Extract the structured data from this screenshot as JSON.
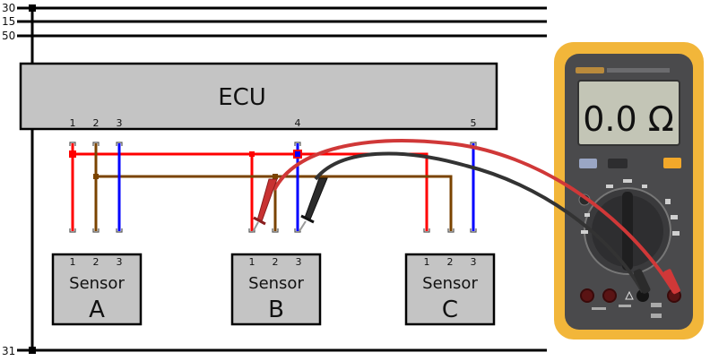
{
  "rails": [
    {
      "id": "30",
      "label": "30"
    },
    {
      "id": "15",
      "label": "15"
    },
    {
      "id": "50",
      "label": "50"
    },
    {
      "id": "31",
      "label": "31"
    }
  ],
  "ecu": {
    "title": "ECU",
    "pins": [
      "1",
      "2",
      "3",
      "4",
      "5"
    ]
  },
  "sensors": [
    {
      "id": "A",
      "word": "Sensor",
      "letter": "A",
      "pins": [
        "1",
        "2",
        "3"
      ]
    },
    {
      "id": "B",
      "word": "Sensor",
      "letter": "B",
      "pins": [
        "1",
        "2",
        "3"
      ]
    },
    {
      "id": "C",
      "word": "Sensor",
      "letter": "C",
      "pins": [
        "1",
        "2",
        "3"
      ]
    }
  ],
  "multimeter": {
    "reading": "0.0 Ω",
    "colors": {
      "body": "#f2b63a",
      "face": "#4a4a4c",
      "lcd": "#c3c5b6",
      "knob": "#2e2e30"
    }
  },
  "colors": {
    "wire_red": "#ff0000",
    "wire_brown": "#7a4300",
    "wire_blue": "#0000ff",
    "probe_red": "#d03838",
    "probe_black": "#333333",
    "box_fill": "#c4c4c4"
  }
}
